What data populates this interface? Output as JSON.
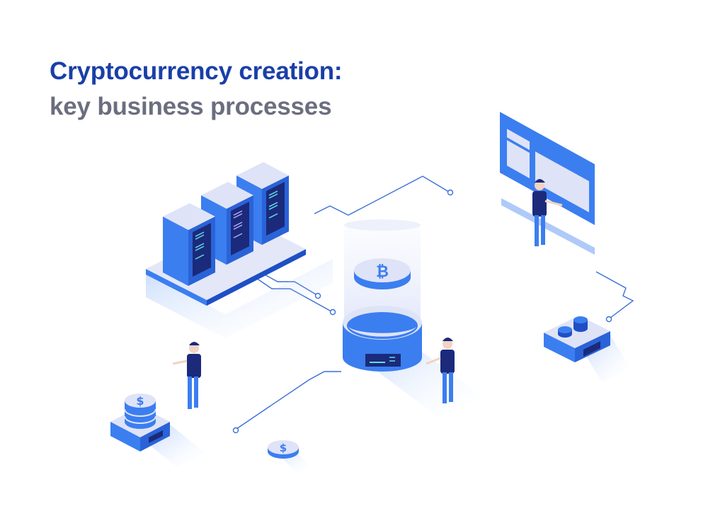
{
  "heading": {
    "line1": "Cryptocurrency creation:",
    "line2": "key business processes"
  },
  "illustration": {
    "style": "isometric",
    "colors": {
      "primary_blue": "#3b7ef0",
      "dark_blue": "#1e4fc4",
      "navy": "#1b2a7a",
      "light_lavender": "#dfe3f7",
      "circuit_line": "#3a6fd6",
      "title_blue": "#1a3fa8",
      "title_gray": "#6b6e7e"
    },
    "elements": [
      {
        "name": "server-rack",
        "count": 3
      },
      {
        "name": "bitcoin-coin",
        "symbol": "₿"
      },
      {
        "name": "mining-cylinder"
      },
      {
        "name": "dashboard-screen"
      },
      {
        "name": "coin-stack-device",
        "coins": 2
      },
      {
        "name": "dollar-stack-device",
        "symbol": "$"
      },
      {
        "name": "dollar-coin",
        "symbol": "$"
      },
      {
        "name": "person",
        "count": 3
      }
    ],
    "symbols": {
      "bitcoin": "₿",
      "dollar": "$"
    }
  }
}
